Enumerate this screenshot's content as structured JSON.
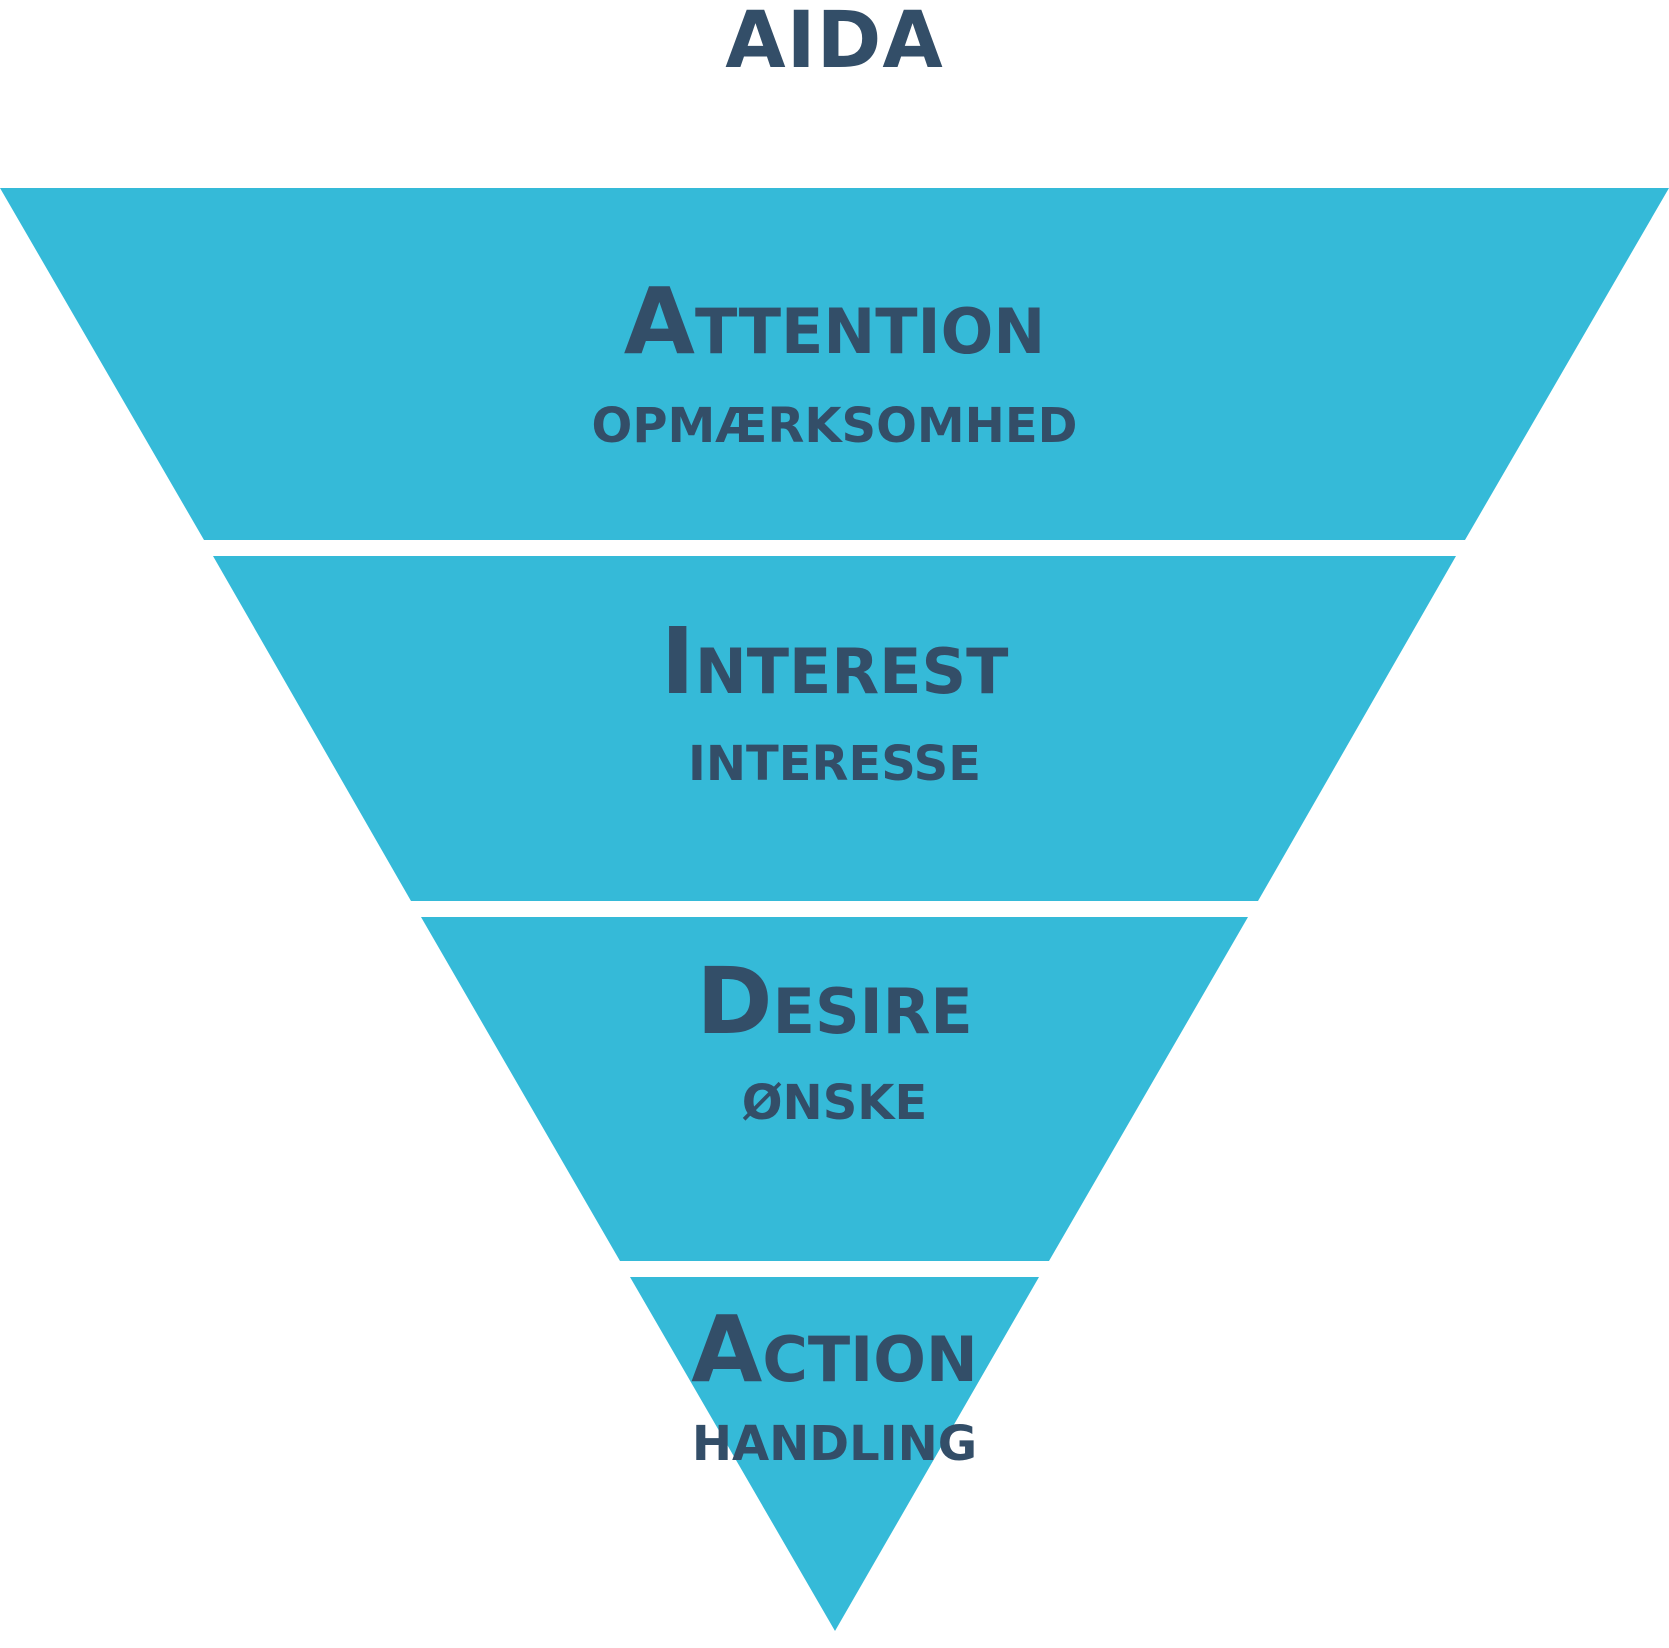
{
  "title": "AIDA",
  "colors": {
    "segment_fill": "#35bad8",
    "text": "#334e68"
  },
  "stages": [
    {
      "first_letter": "A",
      "rest": "ttention",
      "translation": "OPMÆRKSOMHED"
    },
    {
      "first_letter": "I",
      "rest": "nterest",
      "translation": "INTERESSE"
    },
    {
      "first_letter": "D",
      "rest": "esire",
      "translation": "ØNSKE"
    },
    {
      "first_letter": "A",
      "rest": "ction",
      "translation": "HANDLING"
    }
  ]
}
